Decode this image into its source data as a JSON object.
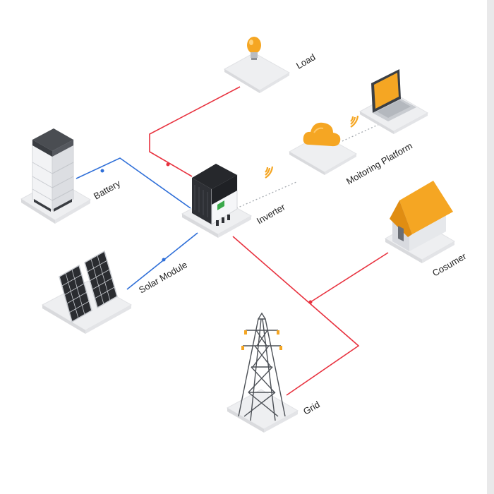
{
  "labels": {
    "load": "Load",
    "monitoring": "Moitoring Platform",
    "battery": "Battery",
    "inverter": "Inverter",
    "solar": "Solar Module",
    "consumer": "Cosumer",
    "grid": "Grid"
  },
  "colors": {
    "ac_line": "#e8323f",
    "dc_line": "#2f6fd8",
    "signal_line": "#a3a8ae",
    "accent_orange": "#f5a623",
    "platform": "#eeeff1"
  },
  "icons": {
    "load": "lightbulb-icon",
    "monitoring": "cloud-icon",
    "laptop": "laptop-icon",
    "battery": "battery-icon",
    "inverter": "inverter-icon",
    "solar": "solar-panel-icon",
    "consumer": "house-icon",
    "grid": "transmission-tower-icon",
    "wifi": "wifi-signal-icon"
  }
}
